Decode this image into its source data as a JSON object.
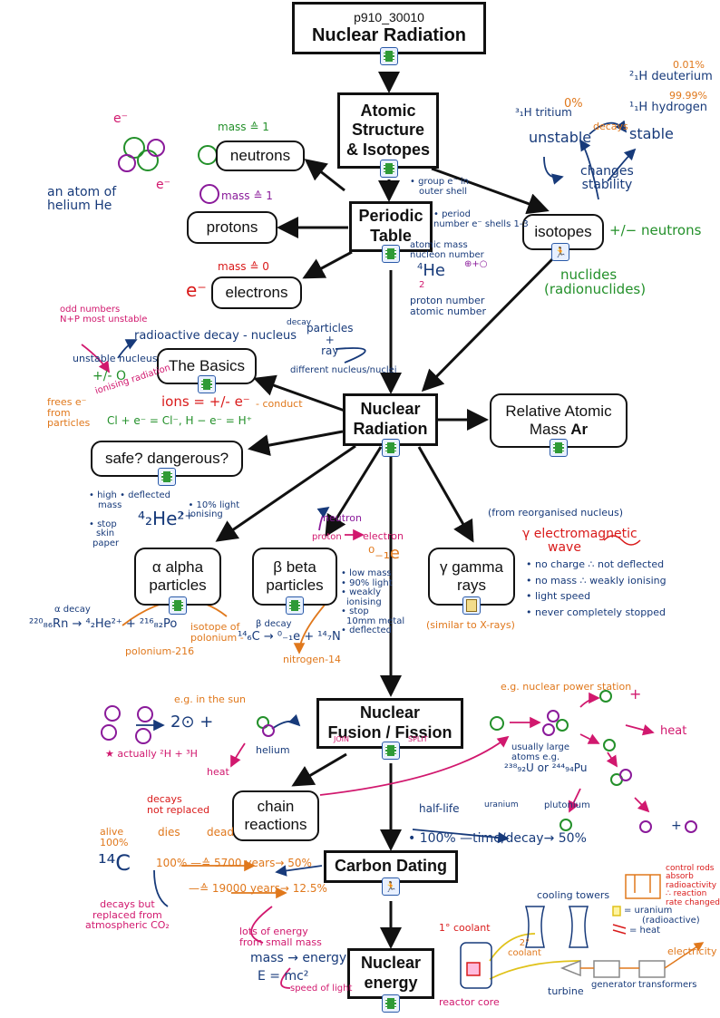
{
  "header": {
    "code": "p910_30010",
    "title": "Nuclear Radiation"
  },
  "nodes": {
    "atomic": {
      "l1": "Atomic",
      "l2": "Structure",
      "l3": "& Isotopes"
    },
    "periodic": {
      "l1": "Periodic",
      "l2": "Table"
    },
    "neutrons": "neutrons",
    "protons": "protons",
    "electrons": "electrons",
    "isotopes": "isotopes",
    "basics": "The Basics",
    "nuclear_radiation": {
      "l1": "Nuclear",
      "l2": "Radiation"
    },
    "relative": {
      "l1": "Relative Atomic",
      "l2": "Mass",
      "ar": "Ar"
    },
    "safe": "safe? dangerous?",
    "alpha": {
      "l1": "α alpha",
      "l2": "particles"
    },
    "beta": {
      "l1": "β beta",
      "l2": "particles"
    },
    "gamma": {
      "l1": "γ gamma",
      "l2": "rays"
    },
    "fusion": {
      "l1": "Nuclear",
      "l2": "Fusion / Fission"
    },
    "chain": {
      "l1": "chain",
      "l2": "reactions"
    },
    "carbon": "Carbon Dating",
    "energy": {
      "l1": "Nuclear",
      "l2": "energy"
    }
  },
  "notes": {
    "helium_atom": [
      "an atom of",
      "helium",
      "He"
    ],
    "mass_neutron": "mass ≙ 1",
    "mass_proton": "mass ≙ 1",
    "mass_electron": "mass ≙ 0",
    "e_minus": "e⁻",
    "group": [
      "• group e⁻ in",
      "outer shell"
    ],
    "period": [
      "• period",
      "number e⁻ shells 1-3"
    ],
    "atomic_mass": [
      "atomic mass",
      "nucleon number",
      "⊕+○"
    ],
    "proton_number": [
      "proton number",
      "atomic number"
    ],
    "he_symbol": "He",
    "he_mass": "4",
    "he_num": "2",
    "nuclides": [
      "nuclides",
      "(radionuclides)"
    ],
    "neutrons_change": "+/− neutrons",
    "changes_stability": [
      "changes",
      "stability"
    ],
    "unstable": "unstable",
    "stable": "stable",
    "decays": "decays",
    "tritium": "³₁H tritium",
    "deuterium": "²₁H deuterium",
    "hydrogen": "¹₁H hydrogen",
    "pct0": "0%",
    "pct001": "0.01%",
    "pct9999": "99.99%",
    "odd": [
      "odd numbers",
      "N+P most unstable"
    ],
    "unstable_nucleus": "unstable nucleus",
    "plus_minus_o": "+/- O",
    "radioactive_decay": "radioactive decay - nucleus",
    "decay": "decay",
    "particles_ray": [
      "particles",
      "+",
      "ray"
    ],
    "different_nucleus": "different nucleus/nuclei",
    "ionising_radiation": "ionising radiation",
    "frees": [
      "frees e⁻",
      "from",
      "particles"
    ],
    "ions": "ions = +/- e⁻",
    "conduct": "- conduct",
    "ions_example": "Cl + e⁻ = Cl⁻, H − e⁻ = H⁺",
    "alpha_props": [
      "• high",
      "mass",
      "• deflected",
      "• 10% light",
      "• ionising",
      "• stop",
      "skin",
      "paper"
    ],
    "alpha_he": "⁴₂He²⁺",
    "alpha_decay": "²²⁰₈₆Rn → ⁴₂He²⁺ + ²¹⁶₈₂Po",
    "alpha_label": "α decay",
    "polonium": [
      "isotope of",
      "polonium -",
      "polonium-216"
    ],
    "neutron_proton_electron": [
      "neutron",
      "proton",
      "electron"
    ],
    "beta_e": "⁰₋₁e",
    "beta_props": [
      "• low mass",
      "• 90% light",
      "• weakly",
      "ionising",
      "• stop",
      "10mm metal",
      "• deflected"
    ],
    "beta_decay": "¹⁴₆C → ⁰₋₁e + ¹⁴₇N",
    "beta_label": "β decay",
    "nitrogen": "nitrogen-14",
    "gamma_origin": "(from reorganised nucleus)",
    "gamma_em": [
      "γ electromagnetic",
      "wave"
    ],
    "gamma_props": [
      "• no charge ∴ not deflected",
      "• no mass ∴ weakly ionising",
      "• light speed",
      "• never completely stopped"
    ],
    "gamma_xray": "(similar to X-rays)",
    "sun": "e.g. in the sun",
    "helium_label": "helium",
    "actually": "★ actually ²H + ³H",
    "heat": "heat",
    "join": "JOIN",
    "split": "SPLIT",
    "power_station": "e.g. nuclear power station",
    "usually_large": [
      "usually large",
      "atoms e.g.",
      "²³⁸₉₂U or ²⁴⁴₉₄Pu"
    ],
    "uranium": "uranium",
    "plutonium": "plutonium",
    "decays_not_replaced": [
      "decays",
      "not replaced"
    ],
    "dies": "dies",
    "dead": "dead",
    "alive": [
      "alive",
      "100%"
    ],
    "c14": "¹⁴C",
    "half_life": "half-life",
    "time_decay": "• 100% —time/decay→ 50%",
    "decay_5700": "100% —≙ 5700 years→ 50%",
    "decay_19000": "—≙ 19000 years→ 12.5%",
    "decays_but": [
      "decays but",
      "replaced from",
      "atmospheric CO₂"
    ],
    "lots_energy": [
      "lots of energy",
      "from small mass"
    ],
    "mass_energy": "mass → energy",
    "emc2": "E = mc²",
    "speed_light": "speed of light",
    "primary_coolant": "1° coolant",
    "secondary_coolant": [
      "2°",
      "coolant"
    ],
    "cooling_towers": "cooling towers",
    "control_rods": [
      "control rods",
      "absorb",
      "radioactivity",
      "∴ reaction",
      "rate changed"
    ],
    "uranium_key": [
      "= uranium",
      "(radioactive)"
    ],
    "heat_key": "= heat",
    "electricity": "electricity",
    "turbine": "turbine",
    "generator": "generator",
    "transformers": "transformers",
    "reactor_core": "reactor core"
  },
  "colors": {
    "box": "#111111",
    "blue": "#173a7a",
    "green": "#23902a",
    "pink": "#d1186e",
    "orange": "#e0781c",
    "red": "#d91a1a",
    "purple": "#8a1a9a"
  }
}
